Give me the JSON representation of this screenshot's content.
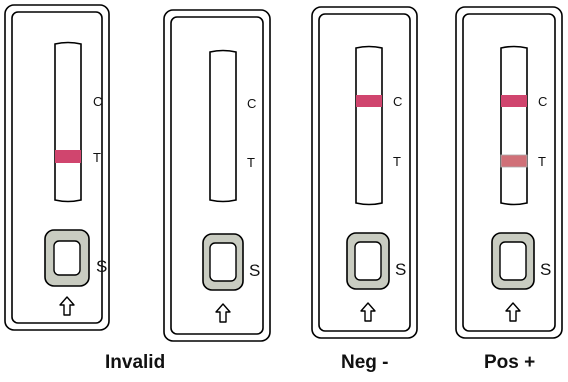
{
  "colors": {
    "outline": "#000000",
    "line_on": "#d0456e",
    "line_faint": "#d07078",
    "well_fill": "#c9ccc1"
  },
  "cassettes": [
    {
      "c_label": "C",
      "t_label": "T",
      "s_label": "S",
      "arrow_icon": "up-arrow-icon",
      "c_line": false,
      "t_line": true,
      "t_line_style": "strong",
      "caption": "Invalid"
    },
    {
      "c_label": "C",
      "t_label": "T",
      "s_label": "S",
      "arrow_icon": "up-arrow-icon",
      "c_line": false,
      "t_line": false,
      "caption": ""
    },
    {
      "c_label": "C",
      "t_label": "T",
      "s_label": "S",
      "arrow_icon": "up-arrow-icon",
      "c_line": true,
      "t_line": false,
      "caption": "Neg -"
    },
    {
      "c_label": "C",
      "t_label": "T",
      "s_label": "S",
      "arrow_icon": "up-arrow-icon",
      "c_line": true,
      "t_line": true,
      "t_line_style": "faint",
      "caption": "Pos +"
    }
  ]
}
